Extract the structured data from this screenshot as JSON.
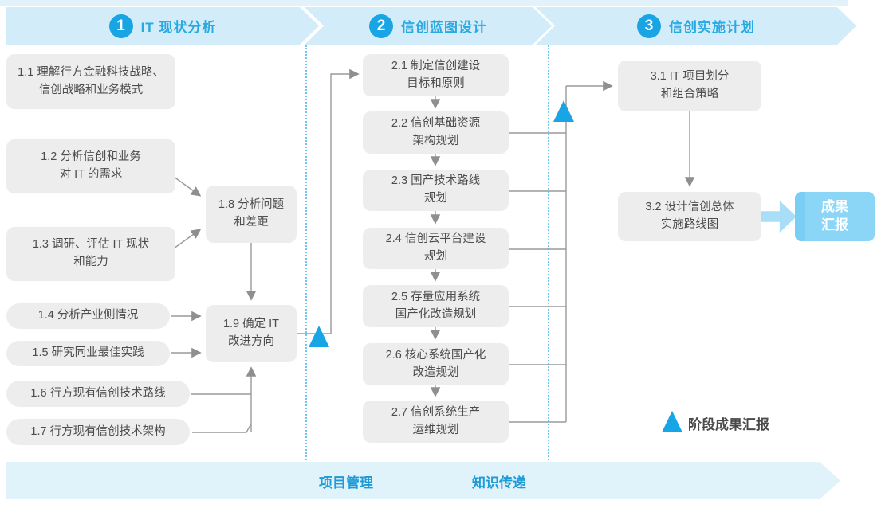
{
  "phases": [
    {
      "number": "1",
      "title": "IT 现状分析"
    },
    {
      "number": "2",
      "title": "信创蓝图设计"
    },
    {
      "number": "3",
      "title": "信创实施计划"
    }
  ],
  "boxes": {
    "b1_1": {
      "line1": "1.1 理解行方金融科技战略、",
      "line2": "信创战略和业务模式"
    },
    "b1_2": {
      "line1": "1.2 分析信创和业务",
      "line2": "对 IT 的需求"
    },
    "b1_3": {
      "line1": "1.3 调研、评估 IT 现状",
      "line2": "和能力"
    },
    "b1_4": {
      "label": "1.4 分析产业侧情况"
    },
    "b1_5": {
      "label": "1.5 研究同业最佳实践"
    },
    "b1_6": {
      "label": "1.6 行方现有信创技术路线"
    },
    "b1_7": {
      "label": "1.7 行方现有信创技术架构"
    },
    "b1_8": {
      "line1": "1.8 分析问题",
      "line2": "和差距"
    },
    "b1_9": {
      "line1": "1.9 确定 IT",
      "line2": "改进方向"
    },
    "b2_1": {
      "line1": "2.1 制定信创建设",
      "line2": "目标和原则"
    },
    "b2_2": {
      "line1": "2.2 信创基础资源",
      "line2": "架构规划"
    },
    "b2_3": {
      "line1": "2.3 国产技术路线",
      "line2": "规划"
    },
    "b2_4": {
      "line1": "2.4 信创云平台建设",
      "line2": "规划"
    },
    "b2_5": {
      "line1": "2.5 存量应用系统",
      "line2": "国产化改造规划"
    },
    "b2_6": {
      "line1": "2.6 核心系统国产化",
      "line2": "改造规划"
    },
    "b2_7": {
      "line1": "2.7 信创系统生产",
      "line2": "运维规划"
    },
    "b3_1": {
      "line1": "3.1 IT 项目划分",
      "line2": "和组合策略"
    },
    "b3_2": {
      "line1": "3.2 设计信创总体",
      "line2": "实施路线图"
    }
  },
  "result_box": {
    "line1": "成果",
    "line2": "汇报"
  },
  "legend": {
    "label": "阶段成果汇报"
  },
  "footer": {
    "left": "项目管理",
    "right": "知识传递"
  },
  "colors": {
    "accent_blue": "#19a5e3",
    "band_fill": "#d2ecfa",
    "band_text": "#29a9e1",
    "box_fill": "#ededed",
    "box_text": "#4d4d4d",
    "connector": "#9a9a9a",
    "milestone_triangle": "#18a5e5",
    "result_fill": "#8bd6f7",
    "bottom_band_fill": "#e0f3fb",
    "bottom_band_text": "#1d9bd7"
  }
}
